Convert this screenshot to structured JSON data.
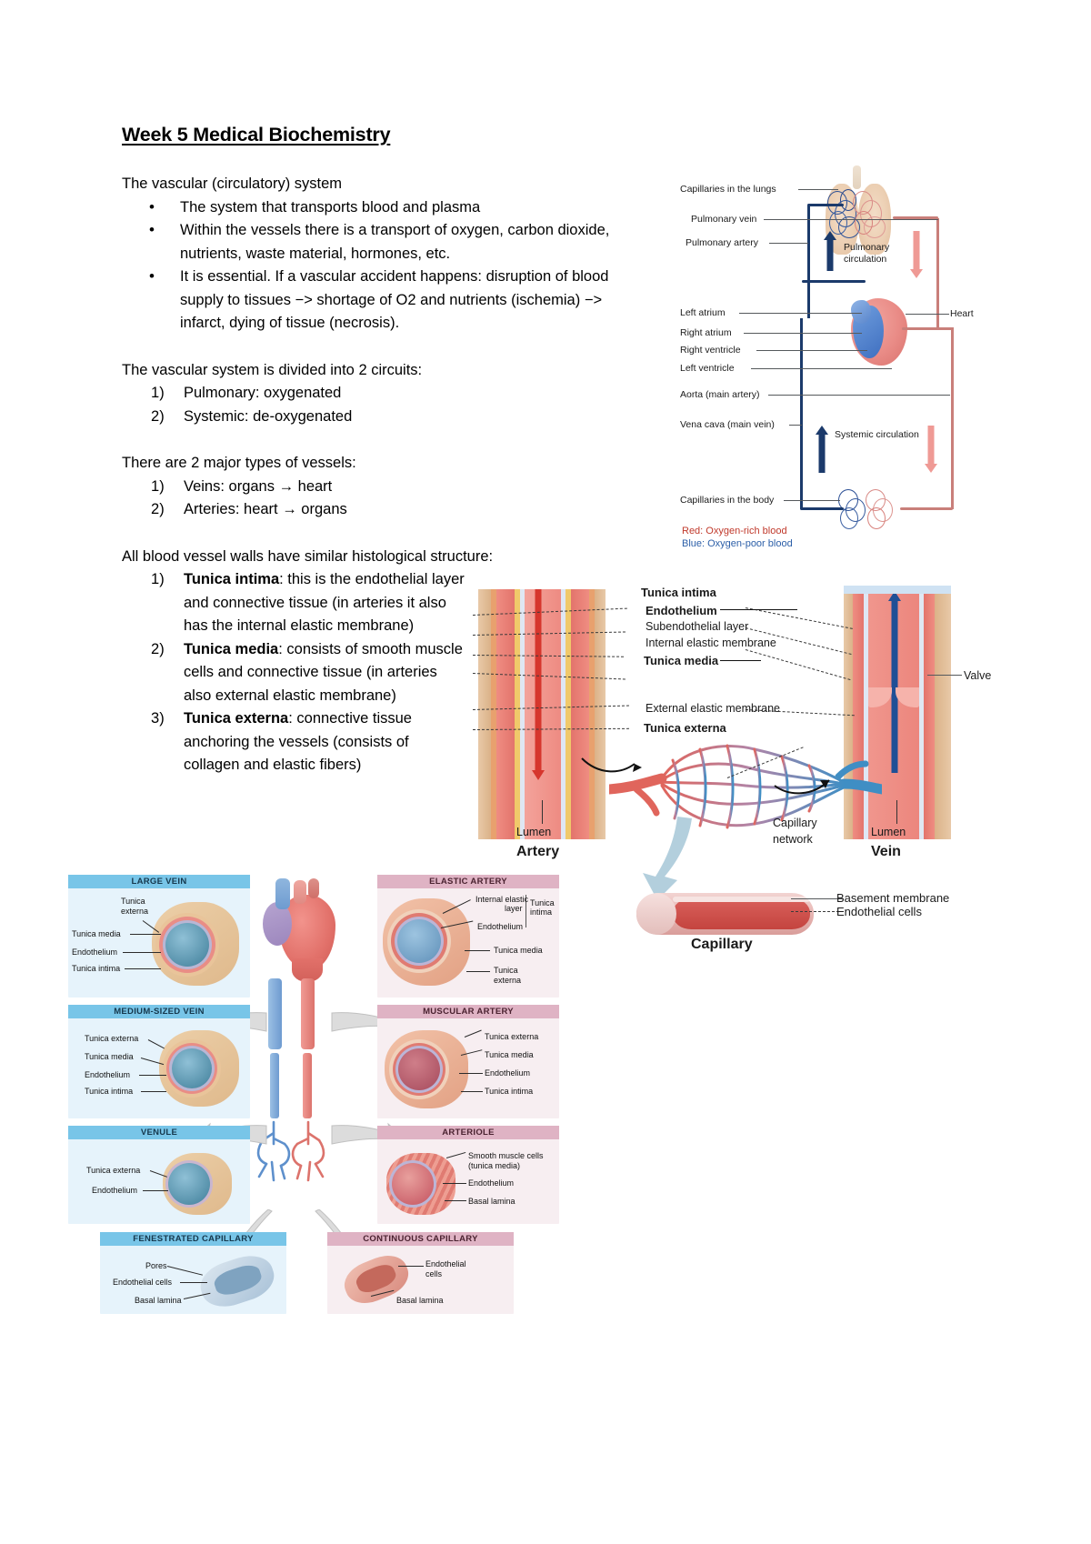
{
  "document": {
    "title": "Week 5 Medical Biochemistry",
    "sections": [
      {
        "heading": "The vascular (circulatory) system",
        "bullets": [
          "The system that transports blood and plasma",
          "Within the vessels there is a transport of oxygen, carbon dioxide, nutrients, waste material, hormones, etc.",
          "It is essential. If a vascular accident happens: disruption of blood supply to tissues −> shortage of O2 and nutrients (ischemia) −> infarct, dying of tissue (necrosis)."
        ]
      },
      {
        "heading": "The vascular system is divided into 2 circuits:",
        "items": [
          "Pulmonary: oxygenated",
          "Systemic: de-oxygenated"
        ]
      },
      {
        "heading": "There are 2 major types of vessels:",
        "items": [
          "Veins: organs → heart",
          "Arteries: heart → organs"
        ]
      },
      {
        "heading": "All blood vessel walls have similar histological structure:",
        "items_rich": [
          {
            "bold": "Tunica intima",
            "rest": ": this is the endothelial layer and connective tissue (in arteries it also has the internal elastic membrane)"
          },
          {
            "bold": "Tunica media",
            "rest": ": consists of smooth muscle cells and connective tissue (in arteries also external elastic membrane)"
          },
          {
            "bold": "Tunica externa",
            "rest": ": connective tissue anchoring the vessels (consists of collagen and elastic fibers)"
          }
        ]
      }
    ]
  },
  "figure_circulatory": {
    "name": "circulatory-system-diagram",
    "labels": {
      "capillaries_lungs": "Capillaries in the lungs",
      "pulmonary_vein": "Pulmonary vein",
      "pulmonary_artery": "Pulmonary artery",
      "pulmonary_circulation": "Pulmonary",
      "pulmonary_circulation2": "circulation",
      "left_atrium": "Left atrium",
      "right_atrium": "Right atrium",
      "right_ventricle": "Right ventricle",
      "left_ventricle": "Left ventricle",
      "aorta": "Aorta (main artery)",
      "vena_cava": "Vena cava (main vein)",
      "heart": "Heart",
      "systemic_circulation": "Systemic circulation",
      "capillaries_body": "Capillaries in the body"
    },
    "legend": {
      "red": "Red: Oxygen-rich blood",
      "blue": "Blue: Oxygen-poor blood",
      "red_color": "#c0392b",
      "blue_color": "#2c5fa8"
    }
  },
  "figure_vessels": {
    "name": "artery-vein-capillary-diagram",
    "labels": {
      "tunica_intima": "Tunica intima",
      "endothelium": "Endothelium",
      "subendothelial": "Subendothelial layer",
      "internal_elastic": "Internal elastic membrane",
      "tunica_media": "Tunica media",
      "external_elastic": "External elastic membrane",
      "tunica_externa": "Tunica externa",
      "valve": "Valve",
      "lumen_left": "Lumen",
      "lumen_right": "Lumen",
      "artery": "Artery",
      "vein": "Vein",
      "capillary_network": "Capillary",
      "capillary_network2": "network",
      "basement_membrane": "Basement membrane",
      "endothelial_cells": "Endothelial cells",
      "capillary": "Capillary"
    }
  },
  "figure_panels": {
    "name": "vessel-types-panel-grid",
    "panels": [
      {
        "title": "LARGE VEIN",
        "type": "vein",
        "labels": [
          "Tunica",
          "externa",
          "Tunica media",
          "Endothelium",
          "Tunica intima"
        ]
      },
      {
        "title": "MEDIUM-SIZED VEIN",
        "type": "vein",
        "labels": [
          "Tunica externa",
          "Tunica media",
          "Endothelium",
          "Tunica intima"
        ]
      },
      {
        "title": "VENULE",
        "type": "vein",
        "labels": [
          "Tunica externa",
          "Endothelium"
        ]
      },
      {
        "title": "FENESTRATED CAPILLARY",
        "type": "vein",
        "labels": [
          "Pores",
          "Endothelial cells",
          "Basal lamina"
        ]
      },
      {
        "title": "ELASTIC ARTERY",
        "type": "artery",
        "labels": [
          "Internal elastic",
          "layer",
          "Endothelium",
          "Tunica",
          "intima",
          "Tunica media",
          "Tunica",
          "externa"
        ]
      },
      {
        "title": "MUSCULAR ARTERY",
        "type": "artery",
        "labels": [
          "Tunica externa",
          "Tunica media",
          "Endothelium",
          "Tunica intima"
        ]
      },
      {
        "title": "ARTERIOLE",
        "type": "artery",
        "labels": [
          "Smooth muscle cells",
          "(tunica media)",
          "Endothelium",
          "Basal lamina"
        ]
      },
      {
        "title": "CONTINUOUS CAPILLARY",
        "type": "artery",
        "labels": [
          "Endothelial",
          "cells",
          "Basal lamina"
        ]
      }
    ]
  }
}
